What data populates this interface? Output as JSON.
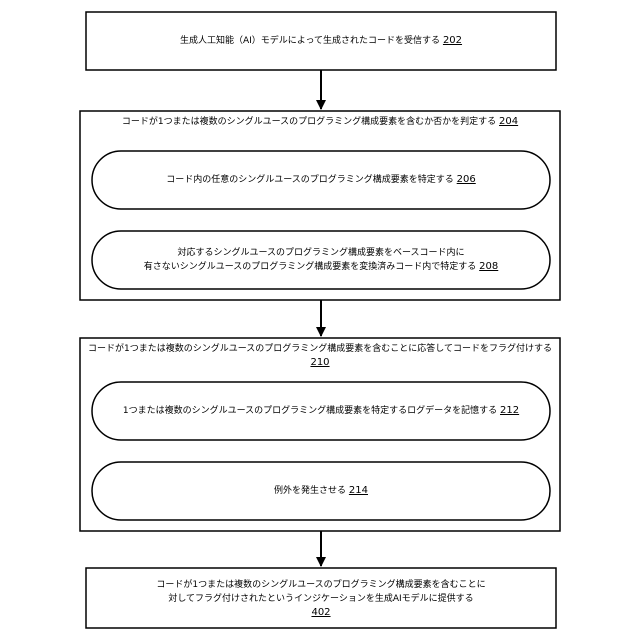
{
  "diagram": {
    "box202": {
      "text": "生成人工知能（AI）モデルによって生成されたコードを受信する",
      "ref": "202"
    },
    "box204": {
      "text": "コードが1つまたは複数のシングルユースのプログラミング構成要素を含むか否かを判定する",
      "ref": "204"
    },
    "box206": {
      "text": "コード内の任意のシングルユースのプログラミング構成要素を特定する",
      "ref": "206"
    },
    "box208": {
      "line1": "対応するシングルユースのプログラミング構成要素をベースコード内に",
      "line2": "有さないシングルユースのプログラミング構成要素を変換済みコード内で特定する",
      "ref": "208"
    },
    "box210": {
      "text": "コードが1つまたは複数のシングルユースのプログラミング構成要素を含むことに応答してコードをフラグ付けする",
      "ref": "210"
    },
    "box212": {
      "text": "1つまたは複数のシングルユースのプログラミング構成要素を特定するログデータを記憶する",
      "ref": "212"
    },
    "box214": {
      "text": "例外を発生させる",
      "ref": "214"
    },
    "box402": {
      "line1": "コードが1つまたは複数のシングルユースのプログラミング構成要素を含むことに",
      "line2": "対してフラグ付けされたというインジケーションを生成AIモデルに提供する",
      "ref": "402"
    }
  }
}
